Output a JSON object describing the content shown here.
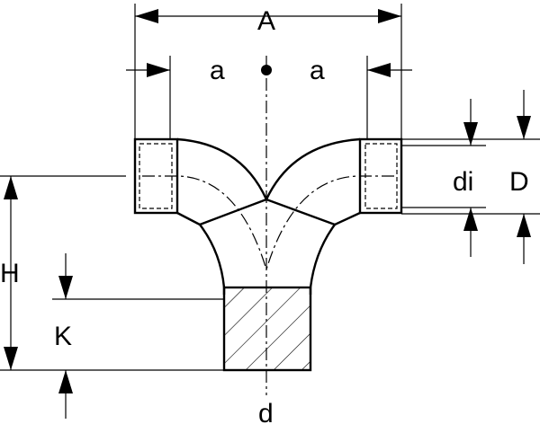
{
  "labels": {
    "A": "A",
    "a_left": "a",
    "a_right": "a",
    "di": "di",
    "D": "D",
    "H": "H",
    "K": "K",
    "d": "d"
  }
}
